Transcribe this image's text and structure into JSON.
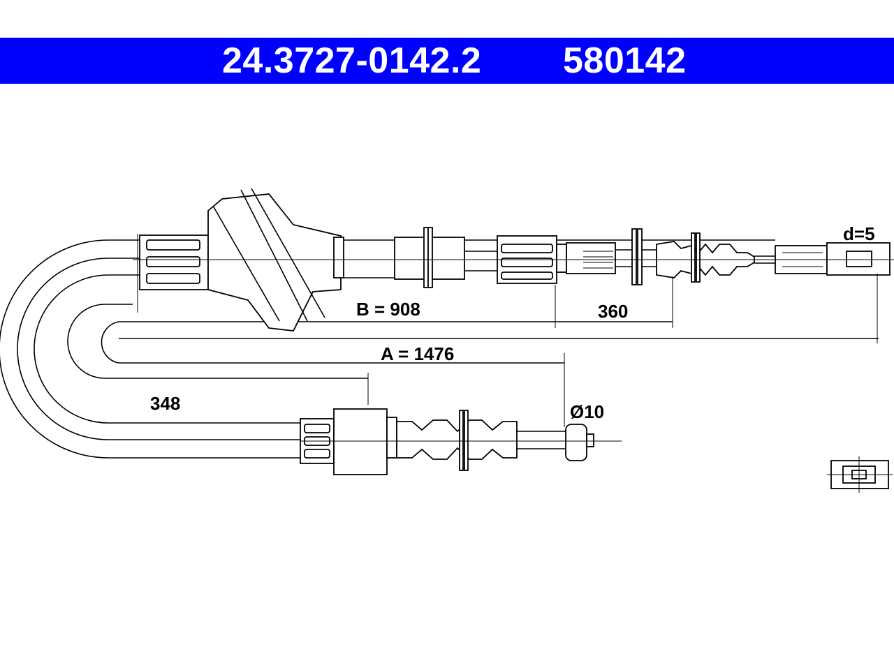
{
  "header": {
    "part_number": "24.3727-0142.2",
    "ref_number": "580142",
    "bg_color": "#0000ff"
  },
  "dimensions": {
    "d": "d=5",
    "b": "B = 908",
    "seg": "360",
    "a": "A = 1476",
    "short": "348",
    "dia": "Ø10"
  }
}
